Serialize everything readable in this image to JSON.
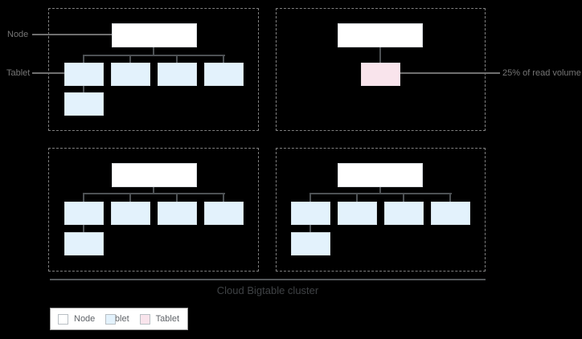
{
  "figure": {
    "caption": "Cloud Bigtable cluster",
    "annotations": {
      "node_label": "Node",
      "tablet_label": "Tablet",
      "read_volume_label": "25% of read volume"
    },
    "groups": [
      {
        "name": "node-group-1",
        "node_boxes": 1,
        "tablets": 5,
        "hot_tablets": 0
      },
      {
        "name": "node-group-2",
        "node_boxes": 1,
        "tablets": 0,
        "hot_tablets": 1
      },
      {
        "name": "node-group-3",
        "node_boxes": 1,
        "tablets": 5,
        "hot_tablets": 0
      },
      {
        "name": "node-group-4",
        "node_boxes": 1,
        "tablets": 5,
        "hot_tablets": 0
      }
    ],
    "legend": [
      {
        "label": "Node",
        "color": "#ffffff"
      },
      {
        "label": "Tablet",
        "color": "#e3f2fc"
      },
      {
        "label": "Tablet",
        "color": "#f9e4ec"
      }
    ],
    "colors": {
      "background": "#000000",
      "node_fill": "#ffffff",
      "tablet_fill": "#e3f2fc",
      "hot_tablet_fill": "#f9e4ec",
      "connector_line": "#4d5154",
      "pointer_line": "#6f6f6f",
      "dashed_border": "#7e7e7e",
      "label_text": "#757575",
      "caption_text": "#3f4245"
    }
  }
}
